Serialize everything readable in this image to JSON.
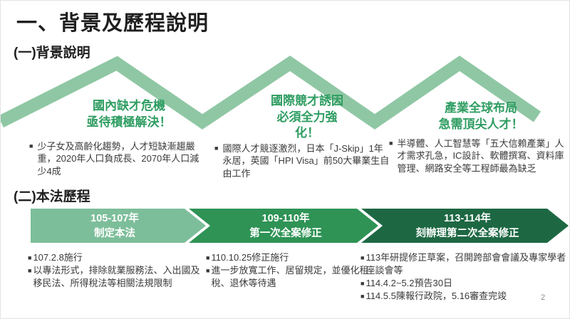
{
  "page": {
    "title": "一、背景及歷程說明",
    "page_number": "2"
  },
  "glyphs": {
    "bullet": "■"
  },
  "colors": {
    "zigzag": "#8FC7A4",
    "heading_green": "#2F9D62",
    "text": "#3A3A3A"
  },
  "background_section": {
    "heading": "(一)背景說明",
    "columns": [
      {
        "title_lines": [
          "國內缺才危機",
          "亟待積極解決！"
        ],
        "bullets": [
          "少子女及高齡化趨勢，人才短缺漸趨嚴重，2020年人口負成長、2070年人口減少4成"
        ]
      },
      {
        "title_lines": [
          "國際競才誘因",
          "必須全力強",
          "化！"
        ],
        "bullets": [
          "國際人才競逐激烈，日本「J-Skip」1年永居，英國「HPI Visa」前50大畢業生自由工作"
        ]
      },
      {
        "title_lines": [
          "產業全球布局",
          "急需頂尖人才！"
        ],
        "bullets": [
          "半導體、人工智慧等「五大信賴產業」人才需求孔急，IC設計、軟體撰寫、資料庫管理、網路安全等工程師最為缺乏"
        ]
      }
    ]
  },
  "history_section": {
    "heading": "(二)本法歷程",
    "stages": [
      {
        "period": "105-107年",
        "label": "制定本法",
        "color": "#7DBE9A",
        "bullets": [
          "107.2.8施行",
          "以專法形式，排除就業服務法、入出國及移民法、所得稅法等相關法規限制"
        ]
      },
      {
        "period": "109-110年",
        "label": "第一次全案修正",
        "color": "#2E9355",
        "bullets": [
          "110.10.25修正施行",
          "進一步放寬工作、居留規定，並優化租稅、退休等待遇"
        ]
      },
      {
        "period": "113-114年",
        "label": "刻辦理第二次全案修正",
        "color": "#1D6843",
        "bullets": [
          "113年研提修正草案，召開跨部會會議及專家學者座談會等",
          "114.4.2~5.2預告30日",
          "114.5.5陳報行政院，5.16審查完竣"
        ]
      }
    ]
  }
}
